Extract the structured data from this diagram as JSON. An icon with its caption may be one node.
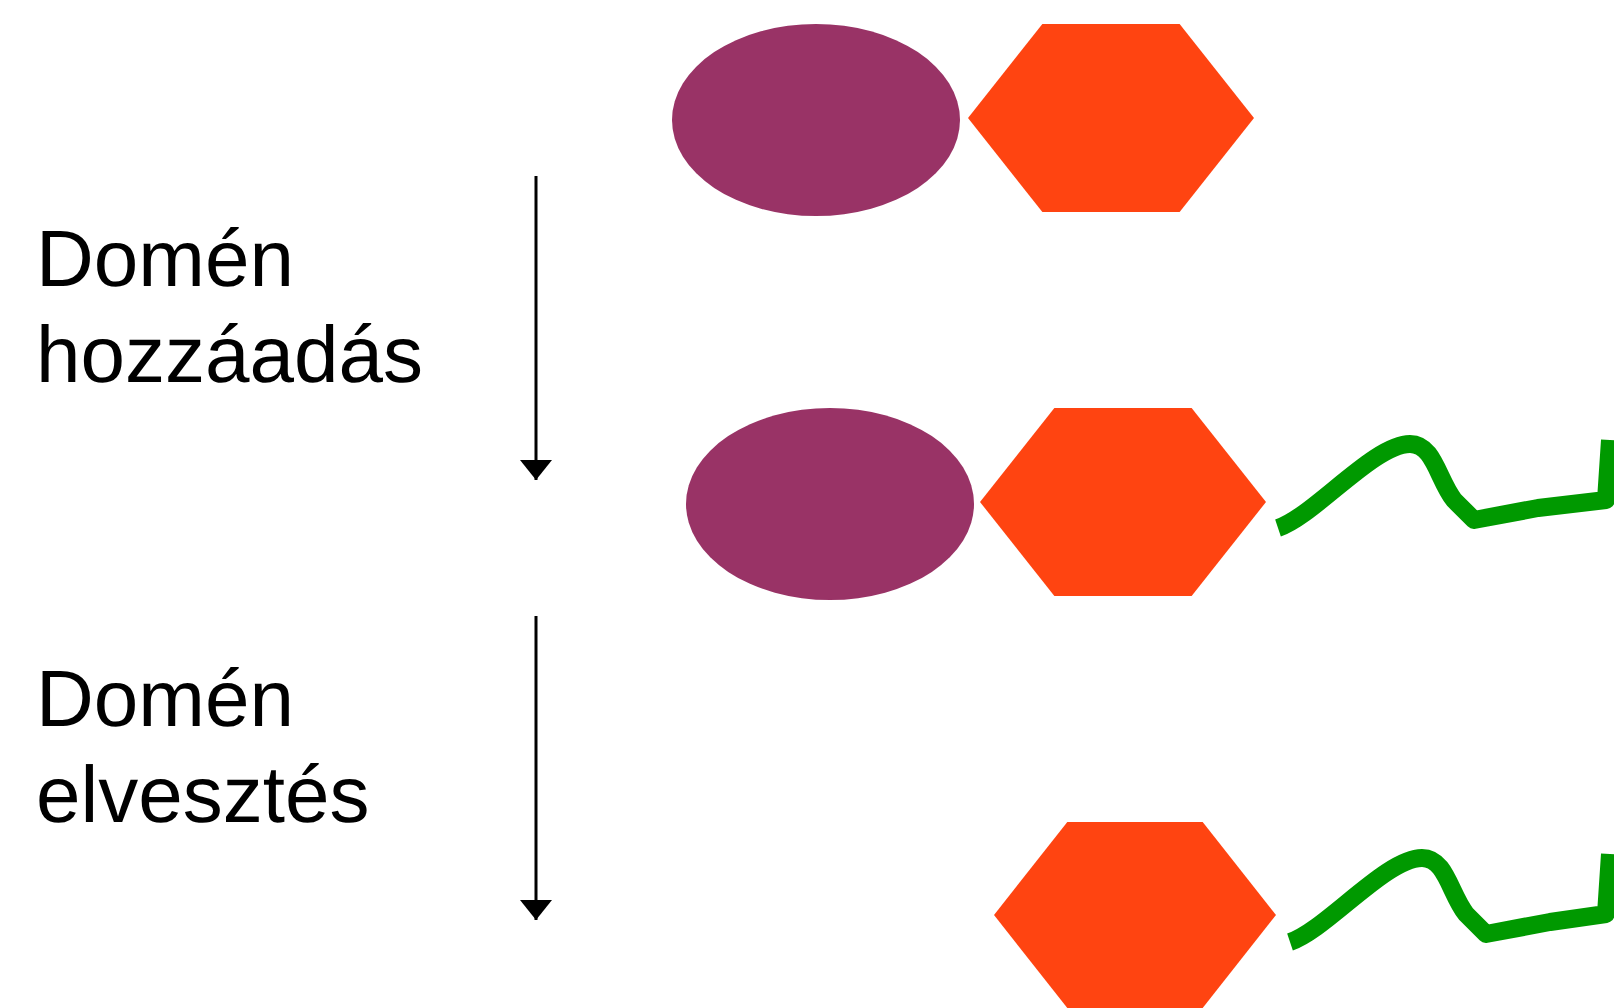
{
  "diagram": {
    "nodes": [
      {
        "text": [],
        "shape": "ellipse"
      },
      {
        "text": [],
        "shape": "hexagon"
      },
      {
        "text": [],
        "shape": "ellipse"
      },
      {
        "text": [],
        "shape": "hexagon"
      },
      {
        "text": [],
        "shape": "line"
      },
      {
        "text": [],
        "shape": "hexagon"
      },
      {
        "text": [],
        "shape": "line"
      }
    ],
    "labels": [
      "Domén hozzáadás",
      "Domén elvesztés"
    ]
  }
}
